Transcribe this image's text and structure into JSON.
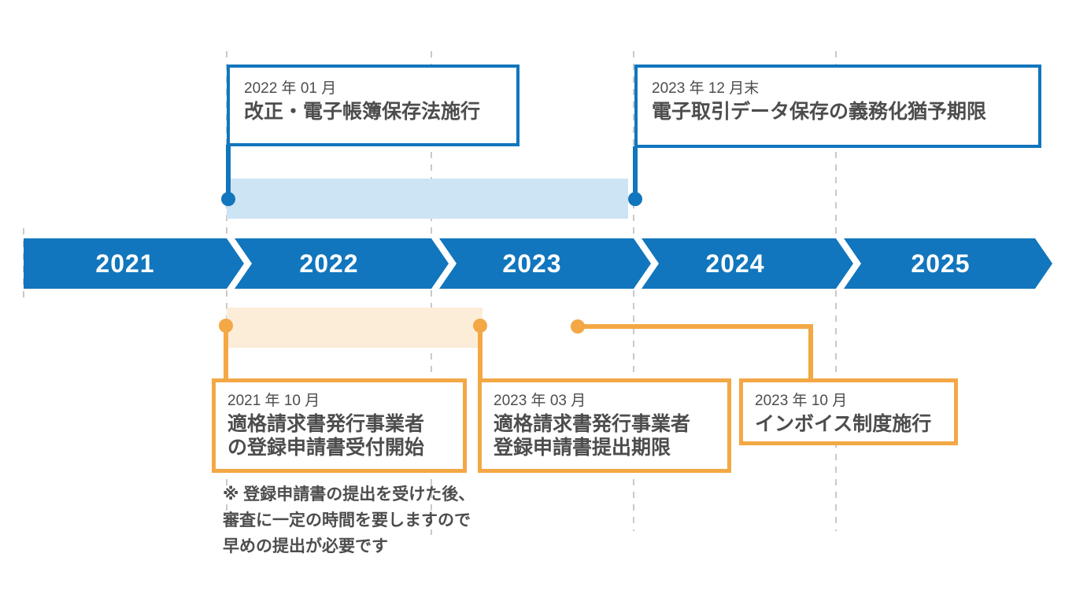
{
  "colors": {
    "blue": "#1176bd",
    "light_blue": "#cde4f4",
    "orange": "#f3a845",
    "light_orange": "#fcedd8",
    "text": "#4d4d4d",
    "gridline": "#c9c9c9"
  },
  "timeline": {
    "years": [
      "2021",
      "2022",
      "2023",
      "2024",
      "2025"
    ]
  },
  "upper_track": {
    "events": [
      {
        "date": "2022 年 01 月",
        "title": "改正・電子帳簿保存法施行"
      },
      {
        "date": "2023 年 12 月末",
        "title": "電子取引データ保存の義務化猶予期限"
      }
    ]
  },
  "lower_track": {
    "events": [
      {
        "date": "2021 年 10 月",
        "title_line1": "適格請求書発行事業者",
        "title_line2": "の登録申請書受付開始"
      },
      {
        "date": "2023 年 03 月",
        "title_line1": "適格請求書発行事業者",
        "title_line2": "登録申請書提出期限"
      },
      {
        "date": "2023 年 10 月",
        "title": "インボイス制度施行"
      }
    ]
  },
  "note": {
    "line1": "※ 登録申請書の提出を受けた後、",
    "line2": "審査に一定の時間を要しますので",
    "line3": "早めの提出が必要です"
  }
}
